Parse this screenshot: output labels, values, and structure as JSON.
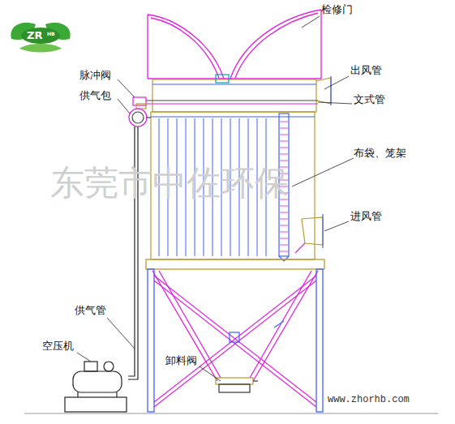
{
  "diagram": {
    "labels": [
      "ZR",
      "HB",
      "检修门",
      "出风管",
      "脉冲阀",
      "文式管",
      "供气包",
      "布袋、笼架",
      "东莞市中佐环保",
      "进风管",
      "供气管",
      "空压机",
      "卸料阀",
      "www.zhorhb.com"
    ]
  }
}
